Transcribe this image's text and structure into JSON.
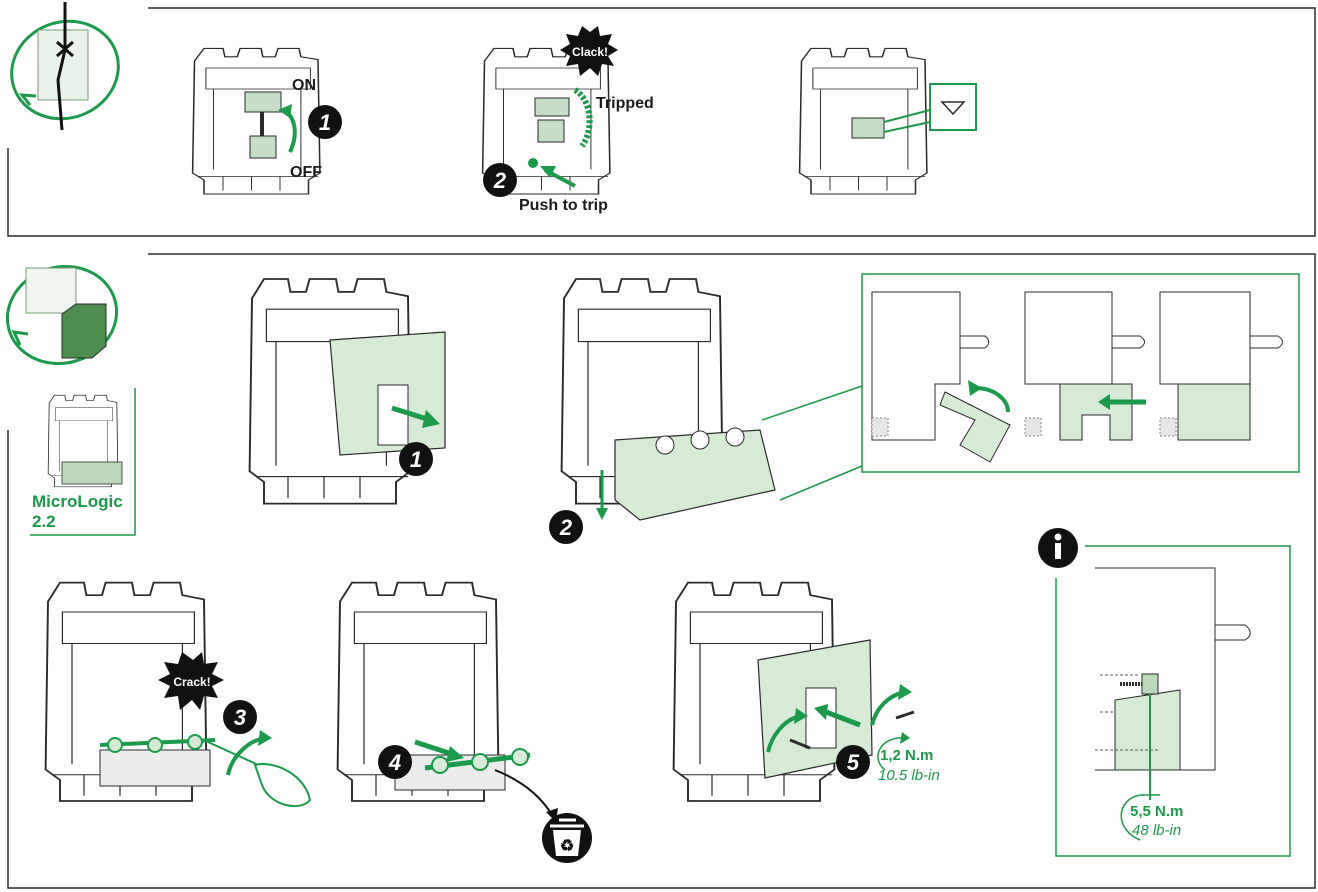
{
  "colors": {
    "green": "#1a9a4a",
    "light_green": "#d6ead6",
    "line": "#2a2a2a",
    "badge": "#111111"
  },
  "top_section": {
    "step1": {
      "number": "1",
      "on_label": "ON",
      "off_label": "OFF"
    },
    "step2": {
      "number": "2",
      "burst_label": "Clack!",
      "tripped_label": "Tripped",
      "push_label": "Push to trip"
    },
    "step3": {
      "symbol": "triangle-down-icon"
    }
  },
  "bottom_section": {
    "unit_label_line1": "MicroLogic",
    "unit_label_line2": "2.2",
    "step1": {
      "number": "1"
    },
    "step2": {
      "number": "2"
    },
    "step3": {
      "number": "3",
      "burst_label": "Crack!"
    },
    "step4": {
      "number": "4",
      "recycle_icon": "recycle-bin-icon"
    },
    "step5": {
      "number": "5",
      "torque_value": "1,2 N.m",
      "torque_alt": "10.5 lb-in"
    },
    "info": {
      "icon": "info-icon",
      "torque_value": "5,5 N.m",
      "torque_alt": "48 lb-in"
    }
  }
}
